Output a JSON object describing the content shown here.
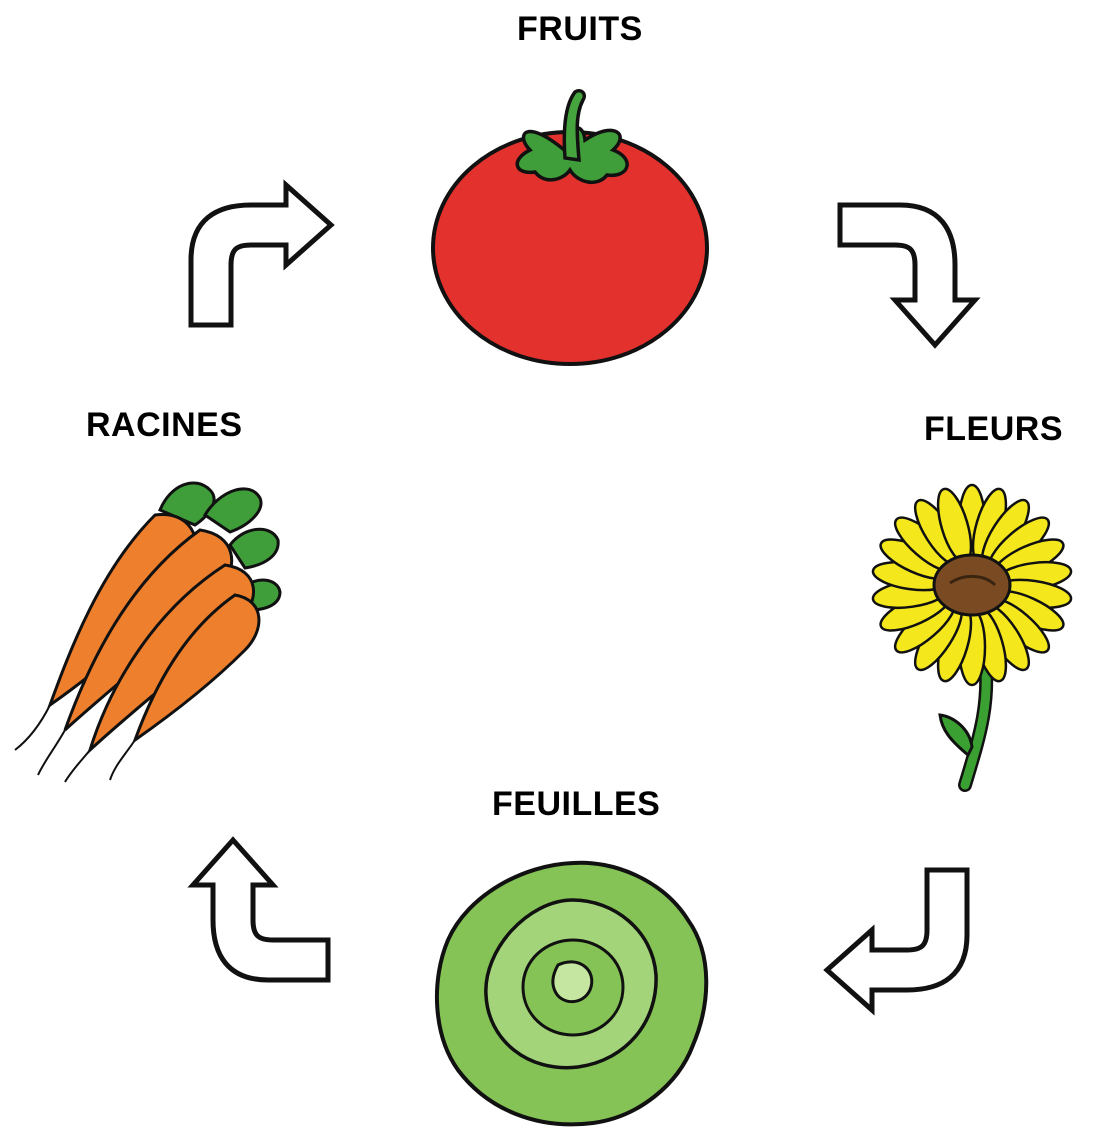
{
  "labels": {
    "fruits": "FRUITS",
    "fleurs": "FLEURS",
    "feuilles": "FEUILLES",
    "racines": "RACINES"
  },
  "icons": {
    "fruits": "tomato-icon",
    "fleurs": "sunflower-icon",
    "feuilles": "lettuce-icon",
    "racines": "carrots-icon"
  },
  "colors": {
    "tomato": "#e3312d",
    "leaf_green": "#3f9e3a",
    "petal_yellow": "#f4e81c",
    "flower_center": "#7a4b22",
    "carrot_orange": "#ee7f2d",
    "lettuce_green": "#86c356",
    "arrow_fill": "#ffffff",
    "arrow_stroke": "#111111"
  }
}
